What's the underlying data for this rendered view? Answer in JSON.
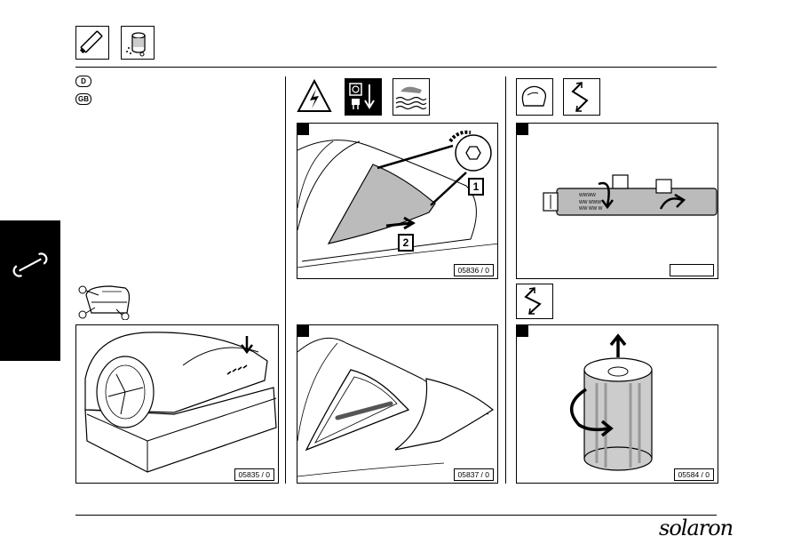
{
  "languages": [
    "D",
    "GB"
  ],
  "figures": {
    "fig1_ref": "05835 / 0",
    "fig2_ref": "05836 / 0",
    "fig3_ref": "05837 / 0",
    "fig4_ref": "",
    "fig5_ref": "05584 / 0"
  },
  "callouts": {
    "one": "1",
    "two": "2"
  },
  "brand": "solaron",
  "icons": [
    "lamp-tube-icon",
    "starter-icon",
    "high-voltage-icon",
    "unplug-icon",
    "hot-surface-icon",
    "gloves-icon",
    "rotate-icon",
    "wrench-icon"
  ]
}
